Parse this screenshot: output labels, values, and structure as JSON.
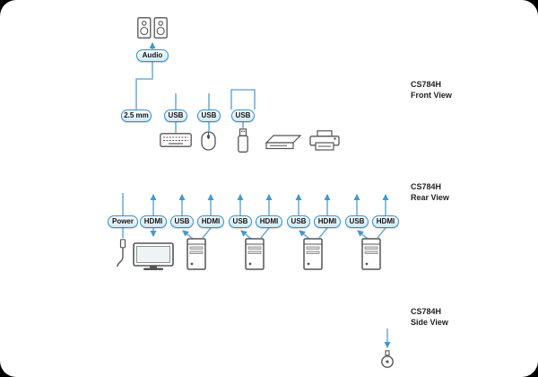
{
  "colors": {
    "background": "#000000",
    "canvas": "#ffffff",
    "connector_blue": "#6fb0d8",
    "arrow_blue": "#3f9ace",
    "pill_border": "#2e93cc",
    "pill_fill": "#cfe9f8",
    "icon_gray": "#555555",
    "text": "#222222"
  },
  "front": {
    "model": "CS784H",
    "view": "Front View",
    "audio_label": "Audio",
    "ports": [
      "2.5 mm",
      "USB",
      "USB",
      "USB"
    ],
    "icons": [
      "speakers-icon",
      "keyboard-icon",
      "mouse-icon",
      "flash-drive-icon",
      "card-reader-icon",
      "printer-icon"
    ]
  },
  "rear": {
    "model": "CS784H",
    "view": "Rear View",
    "ports": [
      "Power",
      "HDMI",
      "USB",
      "HDMI",
      "USB",
      "HDMI",
      "USB",
      "HDMI",
      "USB",
      "HDMI"
    ],
    "icons": [
      "power-plug-icon",
      "monitor-icon",
      "computer-tower-icon",
      "computer-tower-icon",
      "computer-tower-icon",
      "computer-tower-icon"
    ]
  },
  "side": {
    "model": "CS784H",
    "view": "Side View",
    "icons": [
      "security-lock-icon"
    ]
  }
}
